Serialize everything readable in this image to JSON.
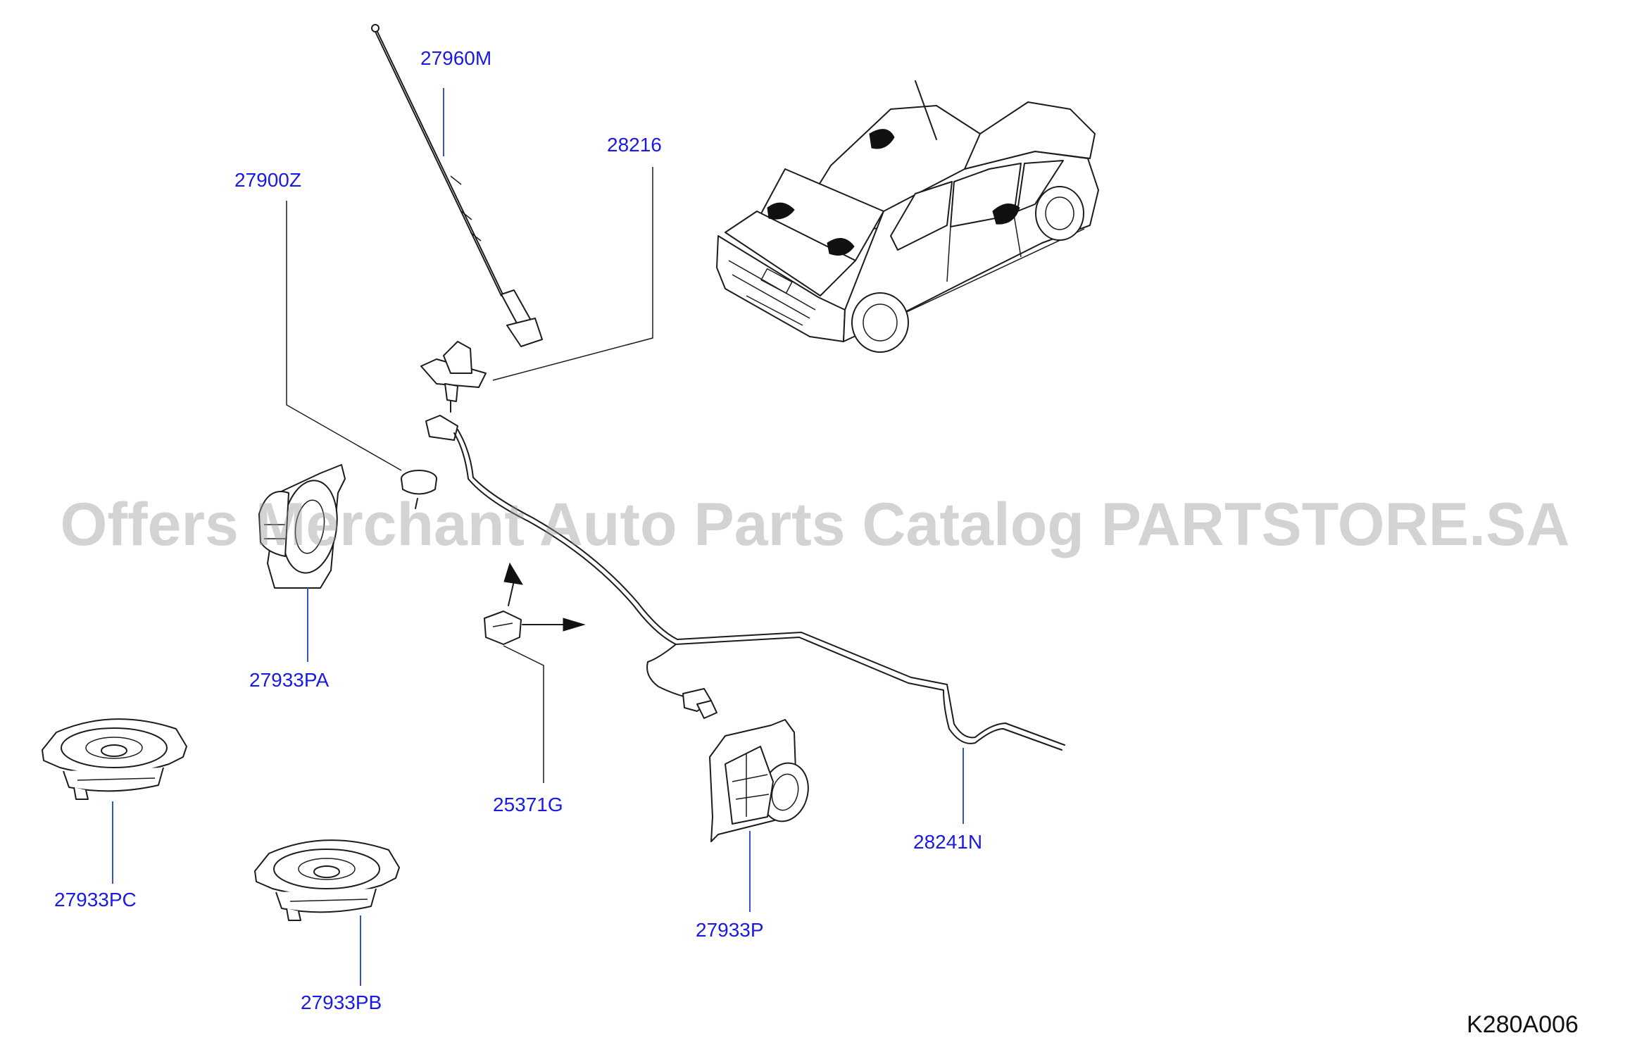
{
  "diagram": {
    "parts": [
      {
        "id": "p1",
        "number": "27960M",
        "color": "#1a1ae6"
      },
      {
        "id": "p2",
        "number": "28216",
        "color": "#1a1ae6"
      },
      {
        "id": "p3",
        "number": "27900Z",
        "color": "#1a1ae6"
      },
      {
        "id": "p4",
        "number": "27933PA",
        "color": "#1a1ae6"
      },
      {
        "id": "p5",
        "number": "25371G",
        "color": "#1a1ae6"
      },
      {
        "id": "p6",
        "number": "28241N",
        "color": "#1a1ae6"
      },
      {
        "id": "p7",
        "number": "27933PC",
        "color": "#1a1ae6"
      },
      {
        "id": "p8",
        "number": "27933P",
        "color": "#1a1ae6"
      },
      {
        "id": "p9",
        "number": "27933PB",
        "color": "#1a1ae6"
      }
    ],
    "diagram_code": "K280A006",
    "watermark": "Offers Merchant Auto Parts Catalog PARTSTORE.SA"
  }
}
